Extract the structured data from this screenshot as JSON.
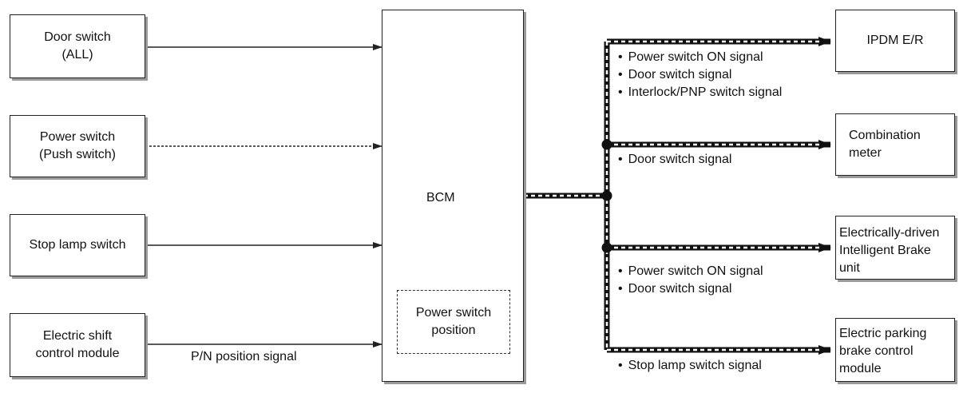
{
  "inputs": [
    {
      "line1": "Door switch",
      "line2": "(ALL)"
    },
    {
      "line1": "Power switch",
      "line2": "(Push switch)"
    },
    {
      "line1": "Stop lamp switch",
      "line2": ""
    },
    {
      "line1": "Electric shift",
      "line2": "control module"
    }
  ],
  "pn_signal": "P/N position signal",
  "bcm": {
    "label": "BCM",
    "inner_line1": "Power switch",
    "inner_line2": "position"
  },
  "outputs": [
    {
      "lines": [
        "IPDM E/R"
      ]
    },
    {
      "lines": [
        "Combination",
        "meter"
      ]
    },
    {
      "lines": [
        "Electrically-driven",
        "Intelligent Brake",
        "unit"
      ]
    },
    {
      "lines": [
        "Electric parking",
        "brake control",
        "module"
      ]
    }
  ],
  "signals": {
    "ipdm": [
      "Power switch ON signal",
      "Door switch signal",
      "Interlock/PNP switch signal"
    ],
    "meter": [
      "Door switch signal"
    ],
    "brake": [
      "Power switch ON signal",
      "Door switch signal"
    ],
    "parking": [
      "Stop lamp switch signal"
    ]
  }
}
